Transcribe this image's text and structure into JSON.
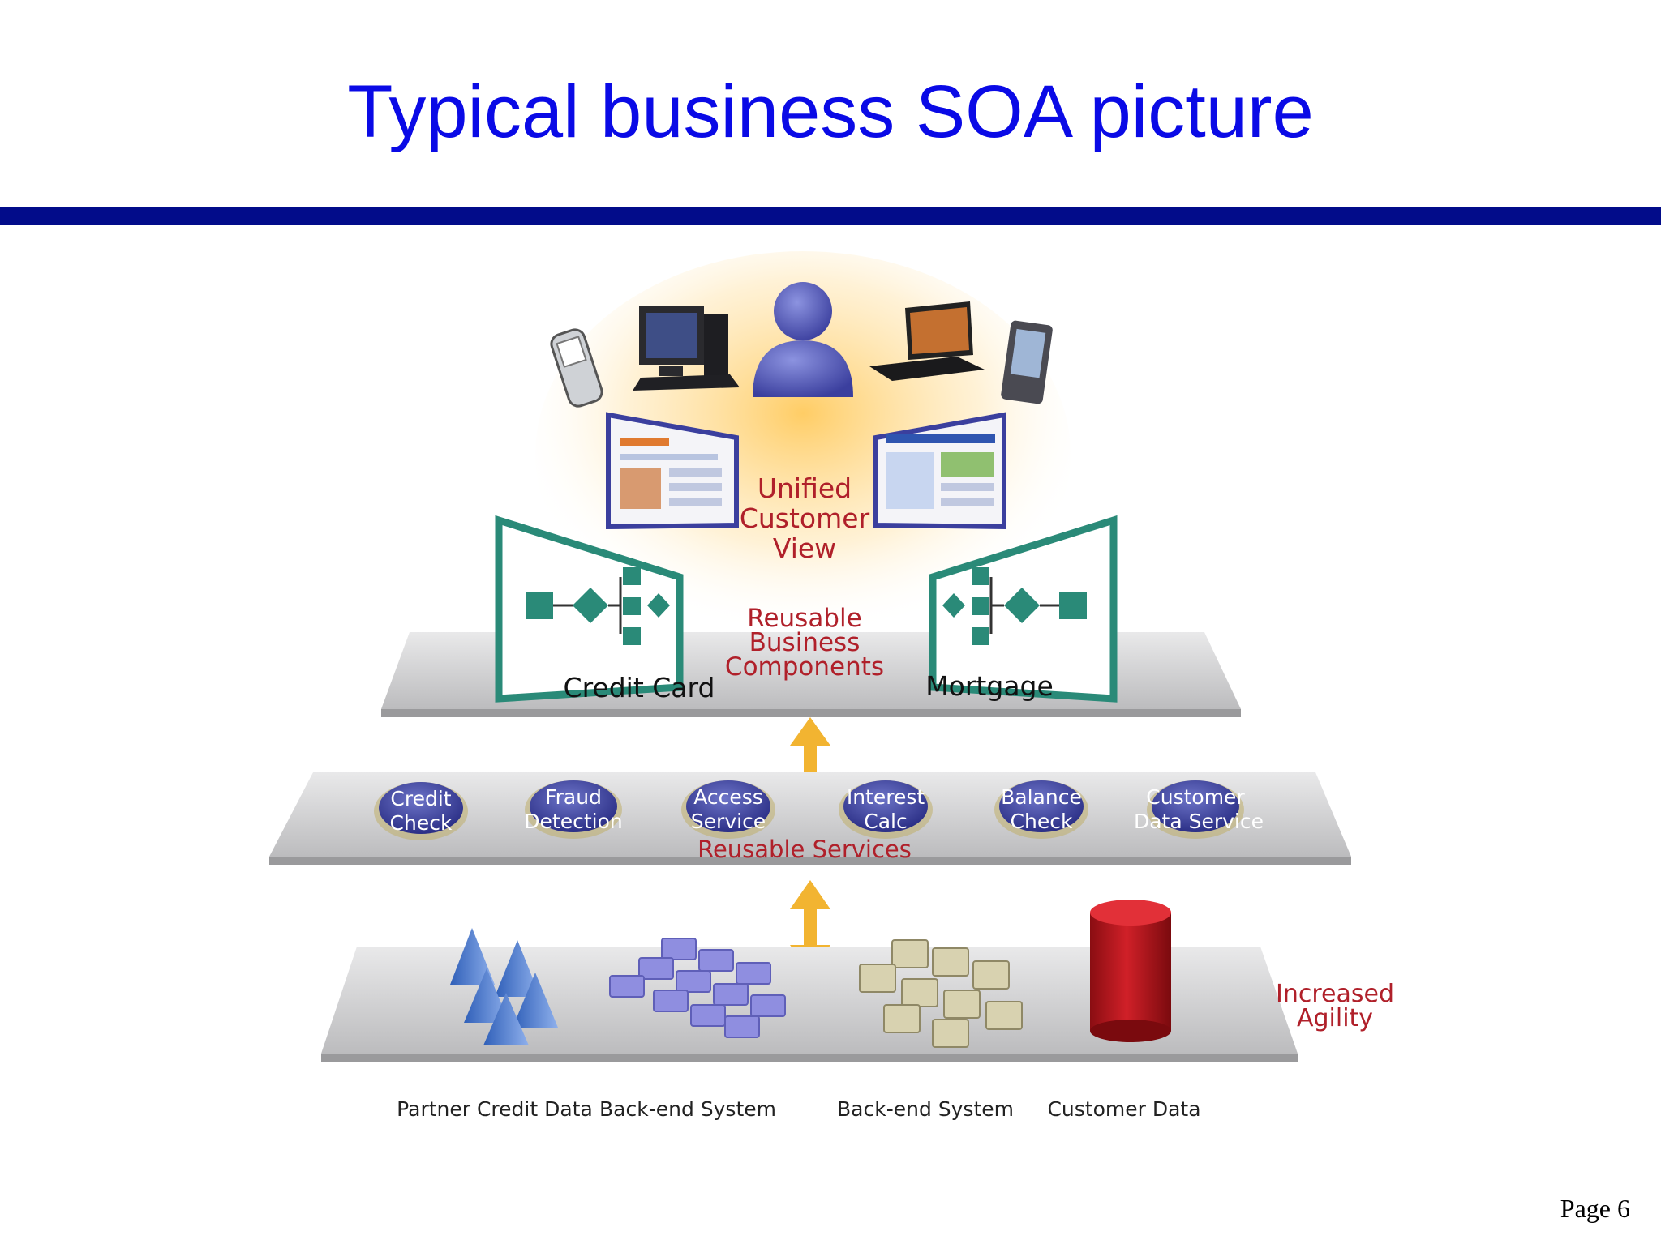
{
  "slide": {
    "title": "Typical business SOA picture",
    "page_label": "Page 6"
  },
  "top_layer": {
    "label_unified": [
      "Unified",
      "Customer",
      "View"
    ],
    "label_reusable": [
      "Reusable",
      "Business",
      "Components"
    ],
    "left_process": "Credit Card",
    "right_process": "Mortgage"
  },
  "services_layer": {
    "services": [
      [
        "Credit",
        "Check"
      ],
      [
        "Fraud",
        "Detection"
      ],
      [
        "Access",
        "Service"
      ],
      [
        "Interest",
        "Calc"
      ],
      [
        "Balance",
        "Check"
      ],
      [
        "Customer",
        "Data Service"
      ]
    ],
    "label": "Reusable Services"
  },
  "data_layer": {
    "labels": [
      "Partner Credit Data",
      "Back-end System",
      "Back-end System",
      "Customer Data"
    ],
    "side_label": [
      "Increased",
      "Agility"
    ]
  },
  "colors": {
    "title": "#0a0ae6",
    "rule": "#020c8a",
    "red_label": "#b0202a",
    "service_disc": "#3a3f9a",
    "process_green": "#2a8a78",
    "arrow": "#f2b431",
    "cylinder": "#c01820"
  },
  "icons": [
    "mobile-phone-icon",
    "desktop-computer-icon",
    "user-icon",
    "laptop-icon",
    "pda-icon",
    "pyramid-cluster-icon",
    "cube-grid-icon",
    "block-stack-icon",
    "database-cylinder-icon"
  ]
}
